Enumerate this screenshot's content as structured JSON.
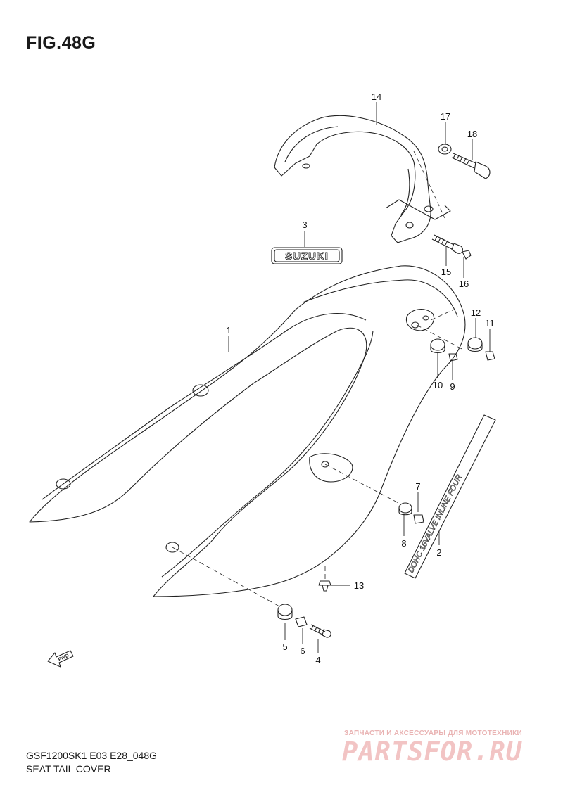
{
  "figure": {
    "title": "FIG.48G"
  },
  "emblem_text": "SUZUKI",
  "decal_text": "DOHC 16VALVE INLINE FOUR",
  "arrow_label": "FWD",
  "callouts": [
    {
      "id": "c1",
      "label": "1"
    },
    {
      "id": "c2",
      "label": "2"
    },
    {
      "id": "c3",
      "label": "3"
    },
    {
      "id": "c4",
      "label": "4"
    },
    {
      "id": "c5",
      "label": "5"
    },
    {
      "id": "c6",
      "label": "6"
    },
    {
      "id": "c7",
      "label": "7"
    },
    {
      "id": "c8",
      "label": "8"
    },
    {
      "id": "c9",
      "label": "9"
    },
    {
      "id": "c10",
      "label": "10"
    },
    {
      "id": "c11",
      "label": "11"
    },
    {
      "id": "c12",
      "label": "12"
    },
    {
      "id": "c13",
      "label": "13"
    },
    {
      "id": "c14",
      "label": "14"
    },
    {
      "id": "c15",
      "label": "15"
    },
    {
      "id": "c16",
      "label": "16"
    },
    {
      "id": "c17",
      "label": "17"
    },
    {
      "id": "c18",
      "label": "18"
    }
  ],
  "footer": {
    "code": "GSF1200SK1 E03 E28_048G",
    "title": "SEAT TAIL COVER"
  },
  "watermark": {
    "tagline": "ЗАПЧАСТИ И АКСЕССУАРЫ ДЛЯ МОТОТЕХНИКИ",
    "logo": "PARTSFOR.RU"
  }
}
